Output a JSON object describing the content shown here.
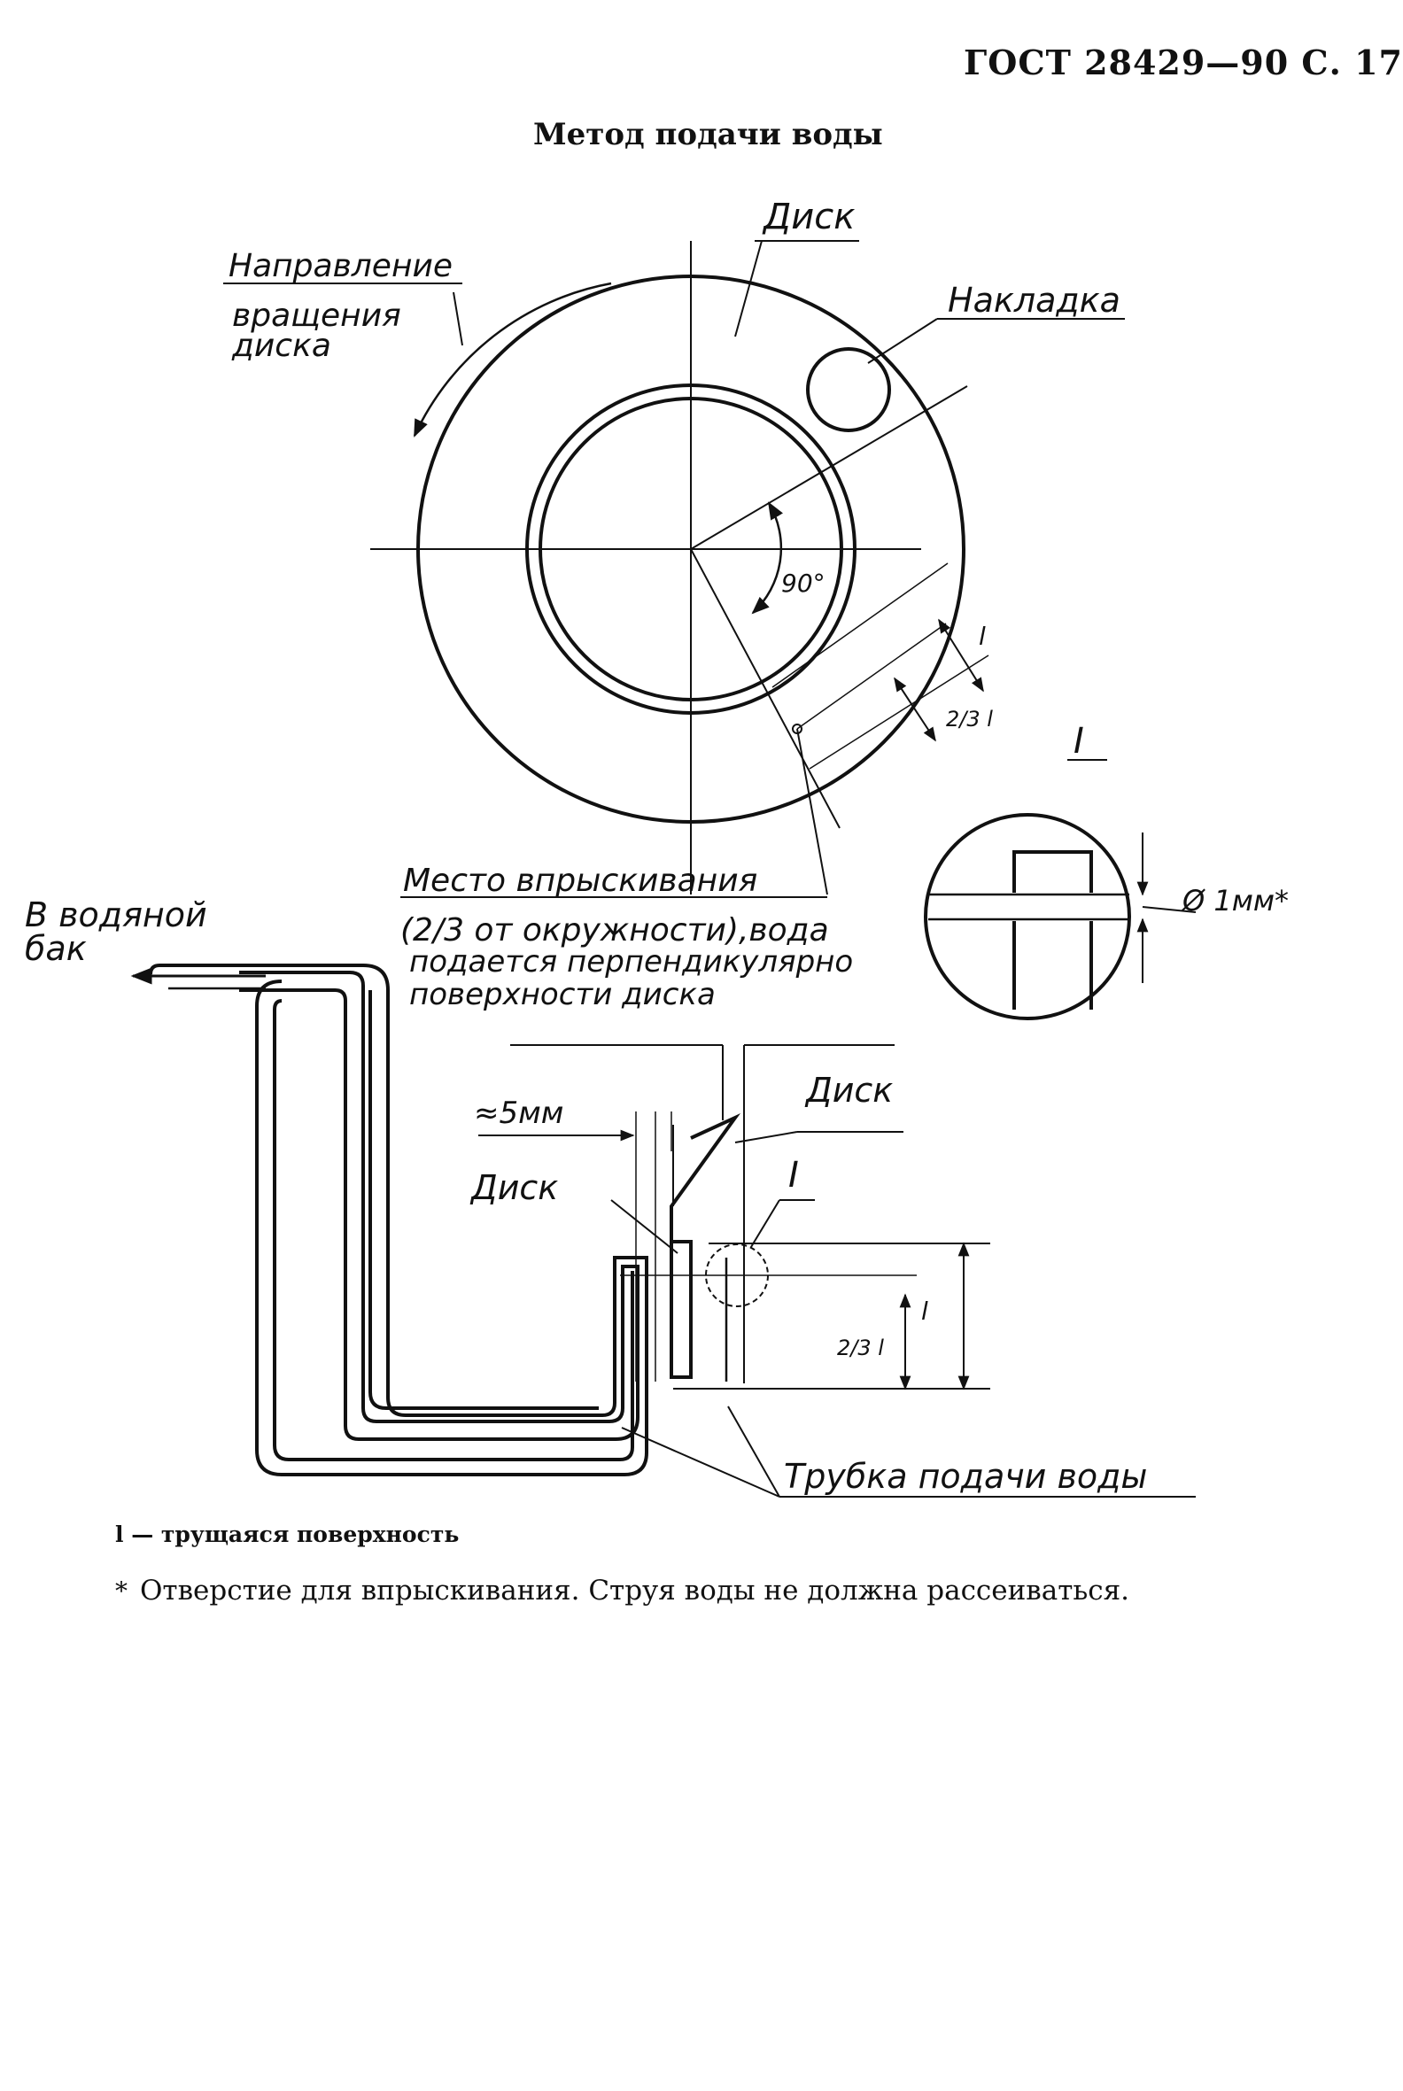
{
  "header": {
    "standard": "ГОСТ 28429—90 С. 17"
  },
  "title": "Метод подачи воды",
  "drawing": {
    "label_disk_top": "Диск",
    "label_rotation_1": "Направление",
    "label_rotation_2": "вращения",
    "label_rotation_3": "диска",
    "label_pad": "Накладка",
    "label_angle": "90°",
    "label_dim_l": "l",
    "label_dim_two_thirds_l": "2/3 l",
    "label_detail_roman": "I",
    "label_hole": "Ø 1мм*",
    "label_spray_1": "Место впрыскивания",
    "label_spray_2": "(2/3 от окружности),вода",
    "label_spray_3": "подается перпендикулярно",
    "label_spray_4": "поверхности диска",
    "label_tank_1": "В водяной",
    "label_tank_2": "бак",
    "label_gap": "≈5мм",
    "label_disk_side_right": "Диск",
    "label_disk_side_left": "Диск",
    "label_detail_roman_2": "I",
    "label_dim_l_side": "l",
    "label_dim_two_thirds_side": "2/3 l",
    "label_tube": "Трубка подачи воды"
  },
  "legend": "l — трущаяся поверхность",
  "footnote": {
    "marker": "*",
    "text": "Отверстие для впрыскивания. Струя воды не должна рассеиваться."
  }
}
